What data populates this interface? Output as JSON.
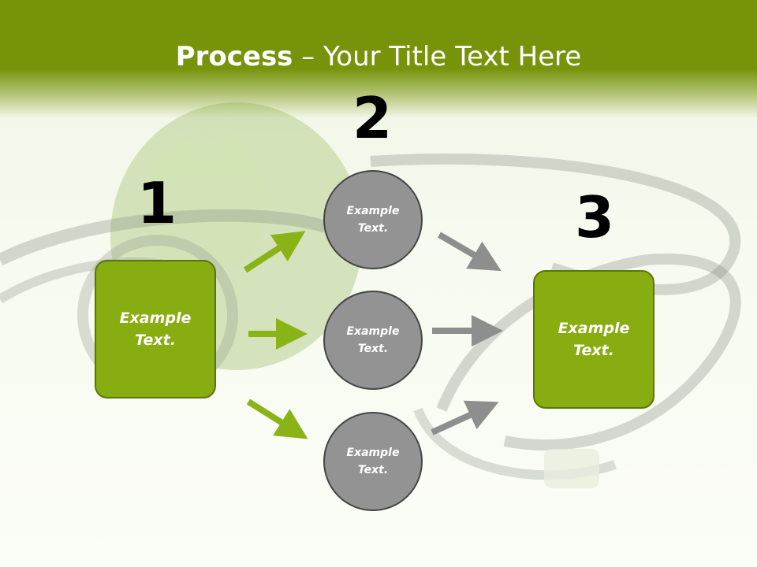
{
  "title": {
    "bold": "Process",
    "rest": " – Your Title Text Here"
  },
  "steps": [
    {
      "number": "1",
      "text": "Example Text."
    },
    {
      "number": "2",
      "items": [
        "Example Text.",
        "Example Text.",
        "Example Text."
      ]
    },
    {
      "number": "3",
      "text": "Example Text."
    }
  ],
  "colors": {
    "header": "#76930a",
    "box": "#88ad10",
    "circle": "#939393",
    "green_arrow": "#8ab318",
    "gray_arrow": "#8e8e8e"
  }
}
